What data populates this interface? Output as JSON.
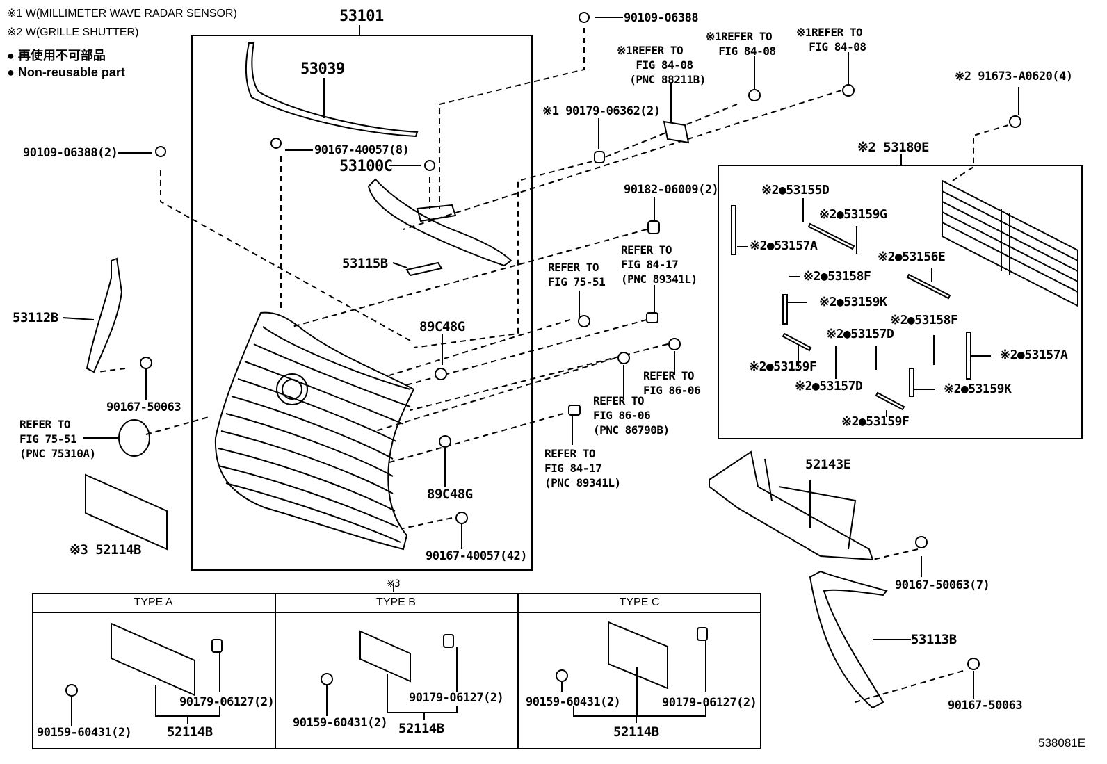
{
  "legend": {
    "note1": "※1 W(MILLIMETER WAVE RADAR SENSOR)",
    "note2": "※2 W(GRILLE SHUTTER)",
    "nonreusable_jp": "● 再使用不可部品",
    "nonreusable_en": "● Non-reusable part"
  },
  "grille_assembly": {
    "label": "53101",
    "parts": {
      "molding": "53039",
      "bolt_8": "90167-40057(8)",
      "retainer": "53100C",
      "bracket": "53115B",
      "sensor_upper": "89C48G",
      "sensor_lower": "89C48G",
      "bolt_42": "90167-40057(42)"
    }
  },
  "top_bolt": "90109-06388",
  "left_bolt": "90109-06388(2)",
  "left_seal": "53112B",
  "left_screw": "90167-50063",
  "emblem_ref": "REFER TO\nFIG 75-51\n(PNC 75310A)",
  "plate_bracket": "※3 52114B",
  "radar_refs": {
    "ref_a": "※1REFER TO\n   FIG 84-08\n  (PNC 88211B)",
    "ref_b": "※1REFER TO\n  FIG 84-08",
    "ref_c": "※1REFER TO\n  FIG 84-08",
    "nut": "※1 90179-06362(2)"
  },
  "mid_parts": {
    "nut_2": "90182-06009(2)",
    "ref_89341L_top": "REFER TO\nFIG 84-17\n(PNC 89341L)",
    "ref_75_51": "REFER TO\nFIG 75-51",
    "ref_86_06": "REFER TO\nFIG 86-06",
    "ref_86790B": "REFER TO\nFIG 86-06\n(PNC 86790B)",
    "ref_89341L_bottom": "REFER TO\nFIG 84-17\n(PNC 89341L)"
  },
  "shutter": {
    "clip": "※2 91673-A0620(4)",
    "assembly": "※2 53180E",
    "seals": [
      "※2●53155D",
      "※2●53159G",
      "※2●53157A",
      "※2●53156E",
      "※2●53158F",
      "※2●53159K",
      "※2●53158F",
      "※2●53157D",
      "※2●53157A",
      "※2●53159F",
      "※2●53157D",
      "※2●53159K",
      "※2●53159F"
    ]
  },
  "lower_right": {
    "support": "52143E",
    "screw_7": "90167-50063(7)",
    "side_seal": "53113B",
    "screw": "90167-50063"
  },
  "types": {
    "note": "※3",
    "columns": [
      {
        "header": "TYPE A",
        "bolt": "90159-60431(2)",
        "nut": "90179-06127(2)",
        "bracket": "52114B"
      },
      {
        "header": "TYPE B",
        "bolt": "90159-60431(2)",
        "nut": "90179-06127(2)",
        "bracket": "52114B"
      },
      {
        "header": "TYPE C",
        "bolt": "90159-60431(2)",
        "nut": "90179-06127(2)",
        "bracket": "52114B"
      }
    ]
  },
  "figure_id": "538081E"
}
